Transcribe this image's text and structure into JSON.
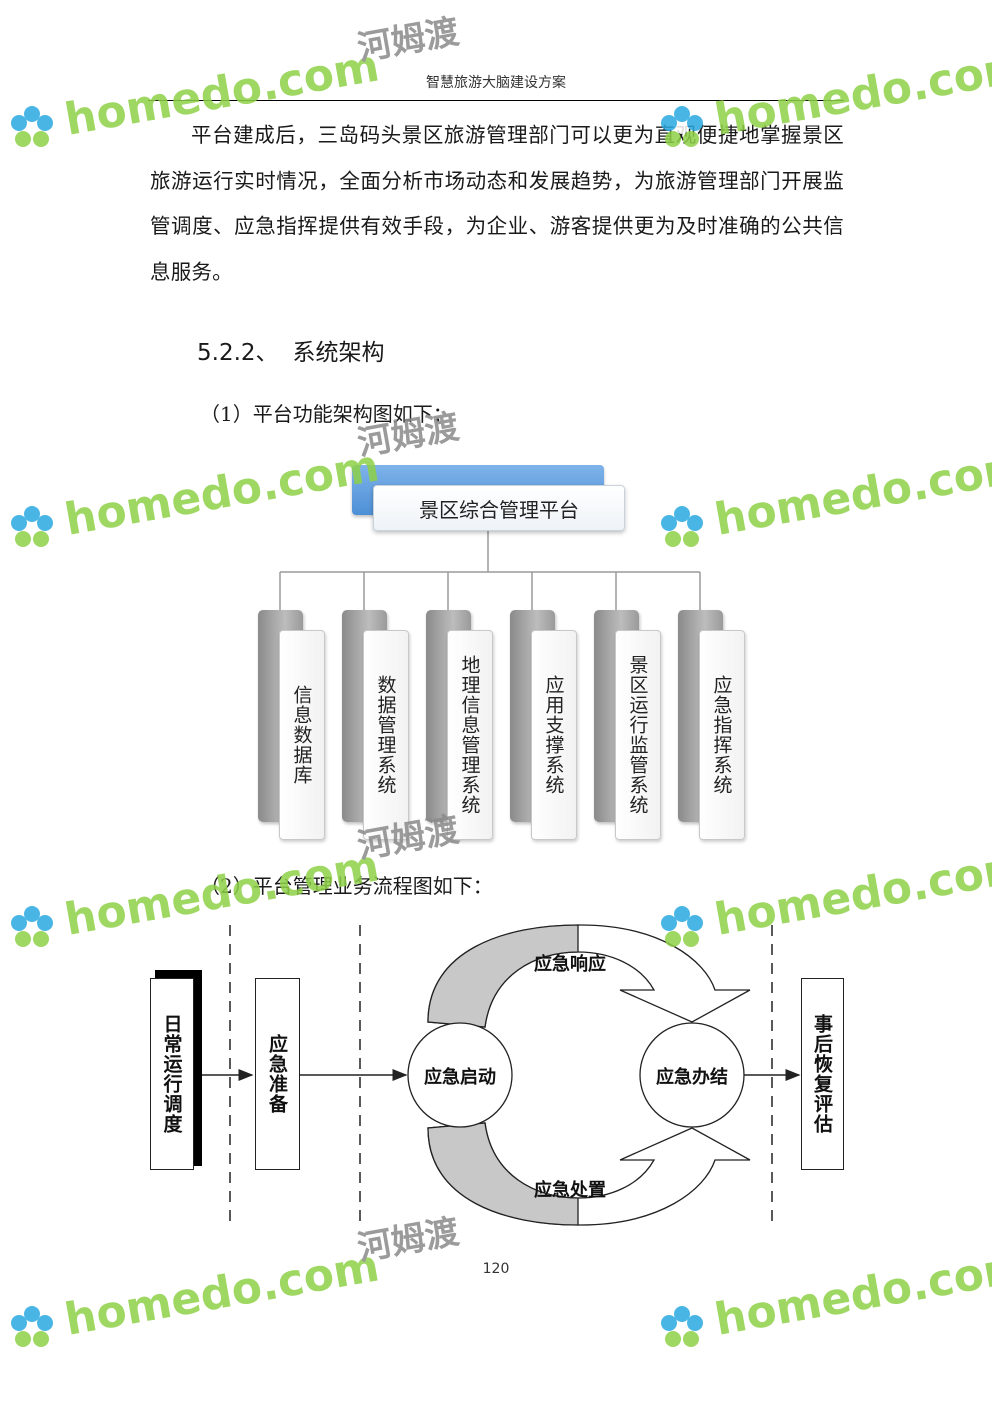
{
  "header": {
    "title": "智慧旅游大脑建设方案"
  },
  "body": {
    "paragraph": "平台建成后，三岛码头景区旅游管理部门可以更为直观便捷地掌握景区旅游运行实时情况，全面分析市场动态和发展趋势，为旅游管理部门开展监管调度、应急指挥提供有效手段，为企业、游客提供更为及时准确的公共信息服务。",
    "section_number": "5.2.2、",
    "section_title": "系统架构",
    "caption_1": "（1）平台功能架构图如下：",
    "caption_2": "（2）平台管理业务流程图如下："
  },
  "architecture": {
    "root": "景区综合管理平台",
    "modules": [
      "信息数据库",
      "数据管理系统",
      "地理信息管理系统",
      "应用支撑系统",
      "景区运行监管系统",
      "应急指挥系统"
    ]
  },
  "flow": {
    "daily": "日常运行调度",
    "prepare": "应急准备",
    "start": "应急启动",
    "finish": "应急办结",
    "response": "应急响应",
    "handling": "应急处置",
    "evaluate": "事后恢复评估"
  },
  "footer": {
    "page_number": "120"
  },
  "watermark": {
    "text_latin": "homedo.com",
    "text_cn": "河姆渡",
    "color_green": "#8ed147",
    "color_grey": "#8a8a8a",
    "color_blue": "#2aa9e0"
  }
}
